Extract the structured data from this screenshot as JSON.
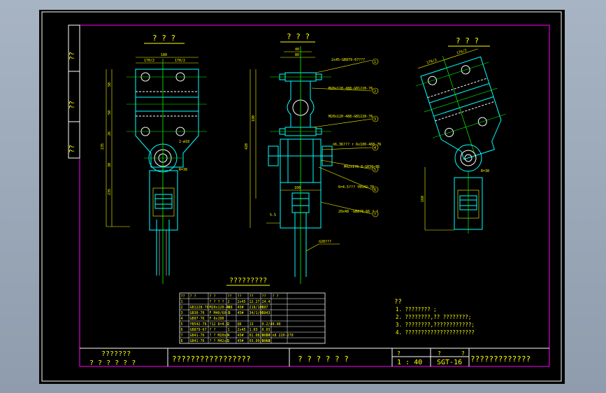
{
  "colors": {
    "background": "#000000",
    "border": "#ffffff",
    "magenta": "#ff00ff",
    "yellow": "#ffff00",
    "cyan": "#00ffff",
    "green": "#00ff00",
    "white": "#ffffff"
  },
  "views": {
    "left_title": "? ? ?",
    "center_title": "? ? ?",
    "right_title": "? ? ?"
  },
  "side_labels": [
    "??",
    "??",
    "??"
  ],
  "dimensions": {
    "left_top": "180",
    "left_top_a": "170/2",
    "left_top_b": "170/2",
    "left_hole": "2-ø18",
    "left_r": "R=38",
    "left_total": "235",
    "left_lower": "235",
    "left_v1": "50",
    "left_v2": "50",
    "left_v3": "26",
    "left_v4": "30",
    "center_top": "40",
    "center_top2": "80",
    "center_total": "420",
    "center_v1": "180",
    "center_bottom": "160",
    "center_gap": "5.5",
    "right_top": "176/2",
    "right_top2": "176/2",
    "right_r": "R=38",
    "right_v": "160"
  },
  "callouts": [
    {
      "num": "1",
      "text": "2x45-GB879-67???"
    },
    {
      "num": "2",
      "text": "M20x120-488-GB1228-76"
    },
    {
      "num": "3",
      "text": "M20x120-488-GB1228-76"
    },
    {
      "num": "4",
      "text": "ö6,36???  r 6x100-488-76"
    },
    {
      "num": "5",
      "text": "M42x170-8-GB30-76"
    },
    {
      "num": "6",
      "text": "6=4.5???  YB542-76"
    },
    {
      "num": "7",
      "text": "20x48 -GB878-66 ? ?"
    }
  ],
  "rod_label": "ö28???",
  "table": {
    "title": "?????????",
    "headers": [
      "??",
      "?  ?",
      "?  ?",
      "??",
      "??",
      "??",
      "??",
      "?  ?"
    ],
    "rows": [
      [
        "1",
        "",
        "? ? ? ?",
        "2",
        "2x45",
        "12.27",
        "24.4",
        ""
      ],
      [
        "2",
        "GB1228-76",
        "M20x120-488",
        "4",
        "45#",
        "218/1060",
        "8.7",
        ""
      ],
      [
        "3",
        "GB30-76",
        "F M40/60-8",
        "1",
        "45#",
        "34/1/060",
        "3.43",
        ""
      ],
      [
        "4",
        "GB97-76",
        "F 6x100",
        "",
        "",
        "",
        "",
        ""
      ],
      [
        "5",
        "YB542-76",
        "?12  6=4.5",
        "2",
        "Q6",
        "13",
        "0.2/4",
        "0.40"
      ],
      [
        "6",
        "GB879-67",
        "? ?",
        "1",
        "2x45",
        "1.03",
        "0.03",
        ""
      ],
      [
        "7",
        "GB41-76",
        "? ? M20x3",
        "4",
        "45#",
        "01.08/1060",
        "0.37",
        "n8 220-270"
      ],
      [
        "8",
        "GB41-76",
        "? ? M42x3",
        "1",
        "45#",
        "03.00/1060",
        "0.61",
        ""
      ]
    ]
  },
  "notes": {
    "title": "??",
    "items": [
      "1.  ???????? ;",
      "2.  ????????,?? ????????;",
      "3.  ????????,????????????;",
      "4.  ??????????????????????"
    ]
  },
  "title_block": {
    "company_line1": "???????",
    "company_line2": "? ? ? ? ? ?",
    "drawing_name": "?????????????????",
    "cell3": "? ? ? ? ? ?",
    "scale_head_a": "?",
    "scale_head_b": "?",
    "scale_head_c": "?",
    "scale": "1 : 40",
    "drawing_no": "SGT-16",
    "cell_last": "?????????????"
  }
}
